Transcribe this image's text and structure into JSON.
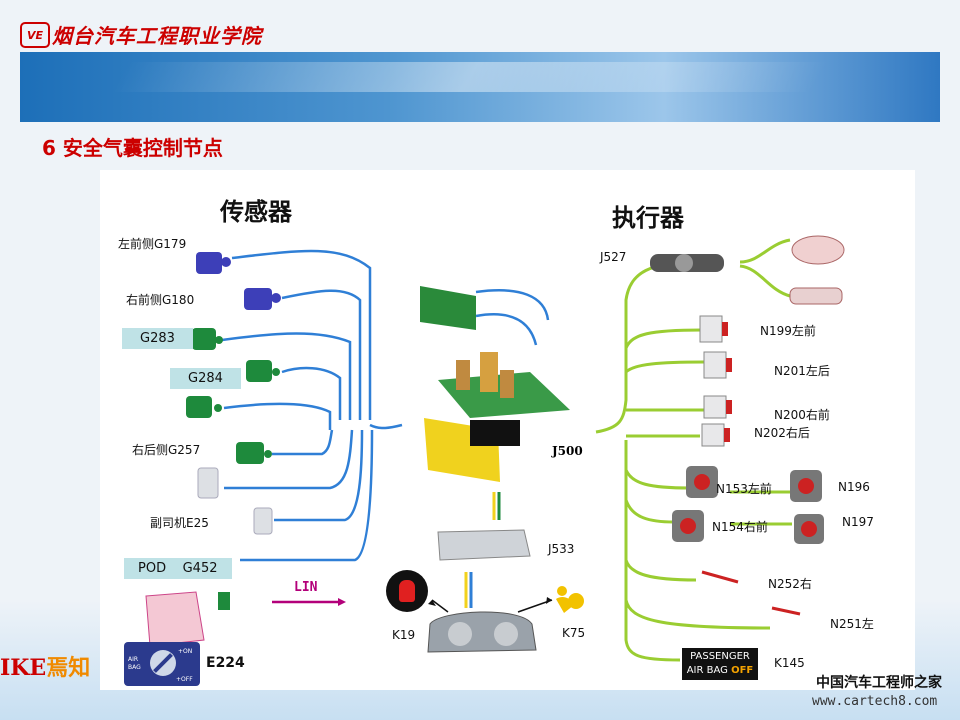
{
  "header": {
    "logo": "VE",
    "college": "烟台汽车工程职业学院"
  },
  "slide_title": "6 安全气囊控制节点",
  "sensors": {
    "heading": "传感器",
    "items": [
      {
        "label": "左前侧G179"
      },
      {
        "label": "右前侧G180"
      },
      {
        "label": "G283"
      },
      {
        "label": "G284"
      },
      {
        "label": "右后侧G257"
      },
      {
        "label": "副司机E25"
      },
      {
        "label": "POD    G452"
      },
      {
        "label": "E224"
      }
    ],
    "e224_switch": {
      "air": "AIR",
      "bag": "BAG",
      "on": "+ON",
      "off": "+OFF"
    }
  },
  "center": {
    "j500": "J500",
    "j533": "J533",
    "k19": "K19",
    "k75": "K75",
    "lin": "LIN"
  },
  "actuators": {
    "heading": "执行器",
    "items": [
      {
        "label": "J527"
      },
      {
        "label": "N199左前"
      },
      {
        "label": "N201左后"
      },
      {
        "label": "N200右前"
      },
      {
        "label": "N202右后"
      },
      {
        "label": "N153左前"
      },
      {
        "label": "N196"
      },
      {
        "label": "N154右前"
      },
      {
        "label": "N197"
      },
      {
        "label": "N252右"
      },
      {
        "label": "N251左"
      },
      {
        "label": "K145"
      }
    ],
    "passenger_lamp": {
      "line1": "PASSENGER",
      "line2a": "AIR BAG ",
      "line2b": "OFF"
    }
  },
  "branding": {
    "ike_k": "IKE",
    "ike_rest": "焉知",
    "watermark_cn": "中国汽车工程师之家",
    "watermark_url": "www.cartech8.com"
  },
  "colors": {
    "title_red": "#cc0000",
    "sensor_wire": "#2f7fd6",
    "actuator_wire": "#9acd32",
    "lin": "#b3007a"
  }
}
